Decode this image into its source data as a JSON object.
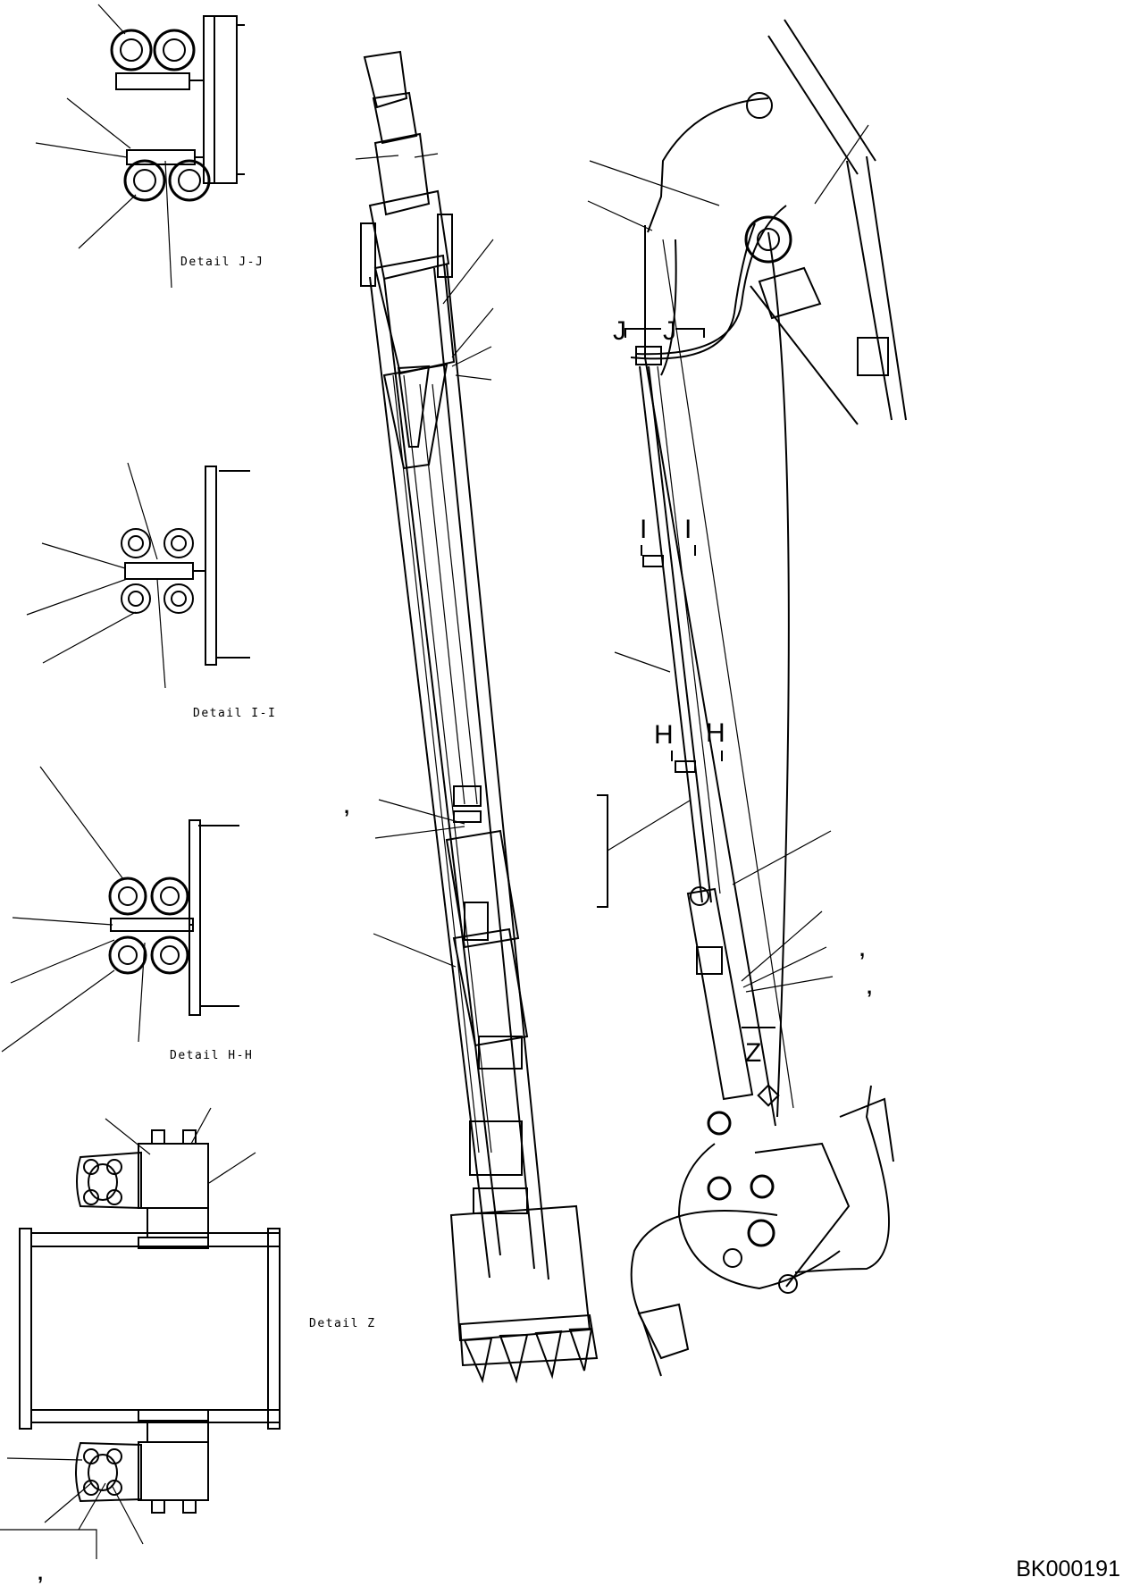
{
  "details": {
    "jj": "Detail J-J",
    "ii": "Detail I-I",
    "hh": "Detail H-H",
    "z": "Detail Z"
  },
  "section_marks": {
    "j": "J",
    "i": "I",
    "h": "H",
    "z": "Z"
  },
  "comma_marks": [
    ",",
    ",",
    ",",
    ","
  ],
  "drawing_ref": "BK000191"
}
